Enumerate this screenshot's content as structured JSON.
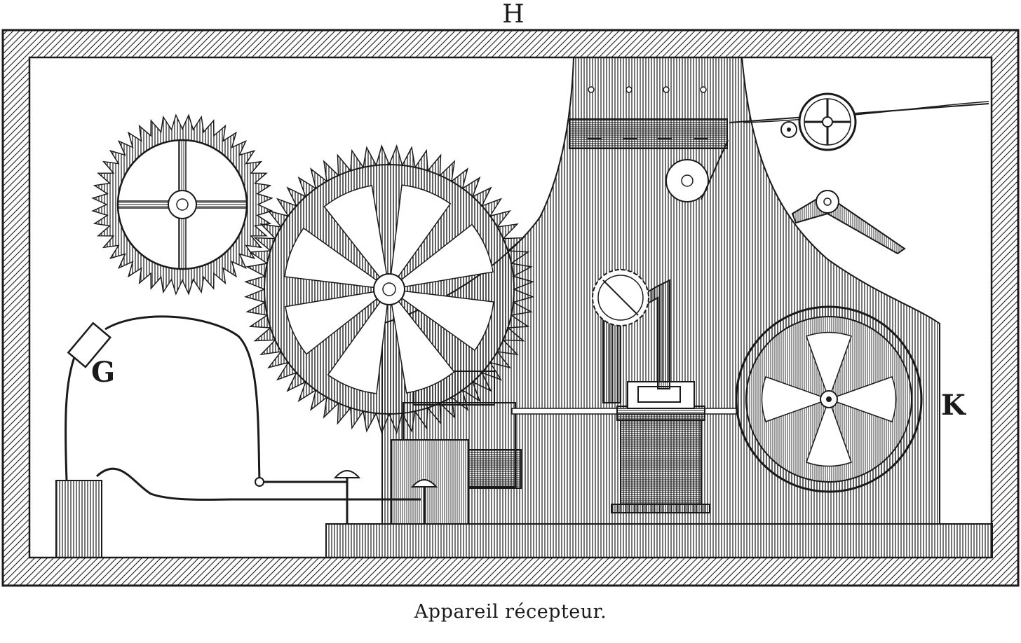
{
  "labels": {
    "h": "H",
    "g": "G",
    "k": "K"
  },
  "caption": "Appareil récepteur.",
  "colors": {
    "ink": "#1a1a1a",
    "paper": "#ffffff"
  }
}
